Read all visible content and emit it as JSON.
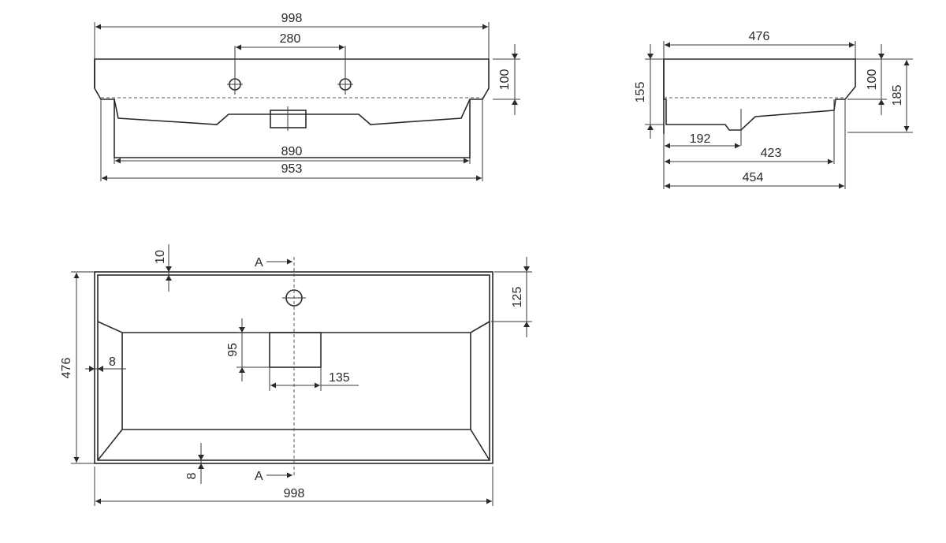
{
  "front_view": {
    "overall_width": "998",
    "tap_hole_spacing": "280",
    "rim_height": "100",
    "inner_width": "890",
    "base_width": "953"
  },
  "side_view": {
    "depth": "476",
    "height_left": "155",
    "rim_height": "100",
    "total_height": "185",
    "drain_offset": "192",
    "inner_depth": "423",
    "base_depth": "454"
  },
  "top_view": {
    "rim_offset": "10",
    "section_marker_top": "A",
    "section_marker_bottom": "A",
    "back_rim": "125",
    "overall_depth": "476",
    "side_wall": "8",
    "drain_depth": "95",
    "drain_width": "135",
    "front_wall": "8",
    "overall_width": "998"
  },
  "colors": {
    "line": "#2a2a2a",
    "background": "#ffffff"
  }
}
